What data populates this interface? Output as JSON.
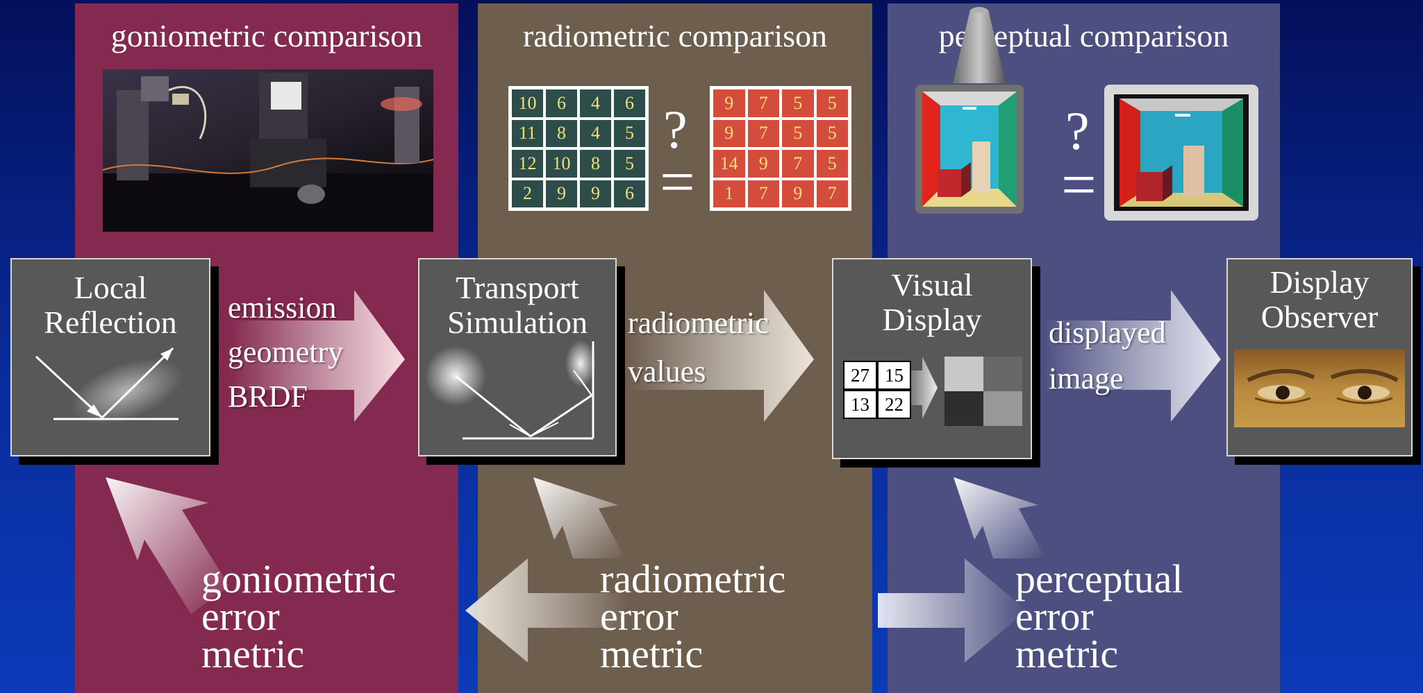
{
  "panels": {
    "goniometric": {
      "title": "goniometric comparison"
    },
    "radiometric": {
      "title": "radiometric comparison"
    },
    "perceptual": {
      "title": "perceptual comparison"
    }
  },
  "grid_left": [
    "10",
    "6",
    "4",
    "6",
    "11",
    "8",
    "4",
    "5",
    "12",
    "10",
    "8",
    "5",
    "2",
    "9",
    "9",
    "6"
  ],
  "grid_right": [
    "9",
    "7",
    "5",
    "5",
    "9",
    "7",
    "5",
    "5",
    "14",
    "9",
    "7",
    "5",
    "1",
    "7",
    "9",
    "7"
  ],
  "compare_symbol": {
    "question": "?",
    "equals": "="
  },
  "boxes": {
    "local_reflection": {
      "line1": "Local",
      "line2": "Reflection"
    },
    "transport_simulation": {
      "line1": "Transport",
      "line2": "Simulation"
    },
    "visual_display": {
      "line1": "Visual",
      "line2": "Display"
    },
    "display_observer": {
      "line1": "Display",
      "line2": "Observer"
    }
  },
  "display_values": [
    "27",
    "15",
    "13",
    "22"
  ],
  "flow_labels": {
    "emission": "emission",
    "geometry": "geometry",
    "brdf": "BRDF",
    "radiometric": "radiometric",
    "values": "values",
    "displayed": "displayed",
    "image": "image"
  },
  "error_labels": {
    "goniometric": {
      "line1": "goniometric",
      "line2": "error",
      "line3": "metric"
    },
    "radiometric": {
      "line1": "radiometric",
      "line2": "error",
      "line3": "metric"
    },
    "perceptual": {
      "line1": "perceptual",
      "line2": "error",
      "line3": "metric"
    }
  },
  "colors": {
    "goniometric_panel": "#84294f",
    "radiometric_panel": "#6e5e4e",
    "perceptual_panel": "#4c4f80",
    "grid_left_bg": "#2d4d4b",
    "grid_right_bg": "#d44c3c",
    "grid_number": "#f2e07a"
  }
}
